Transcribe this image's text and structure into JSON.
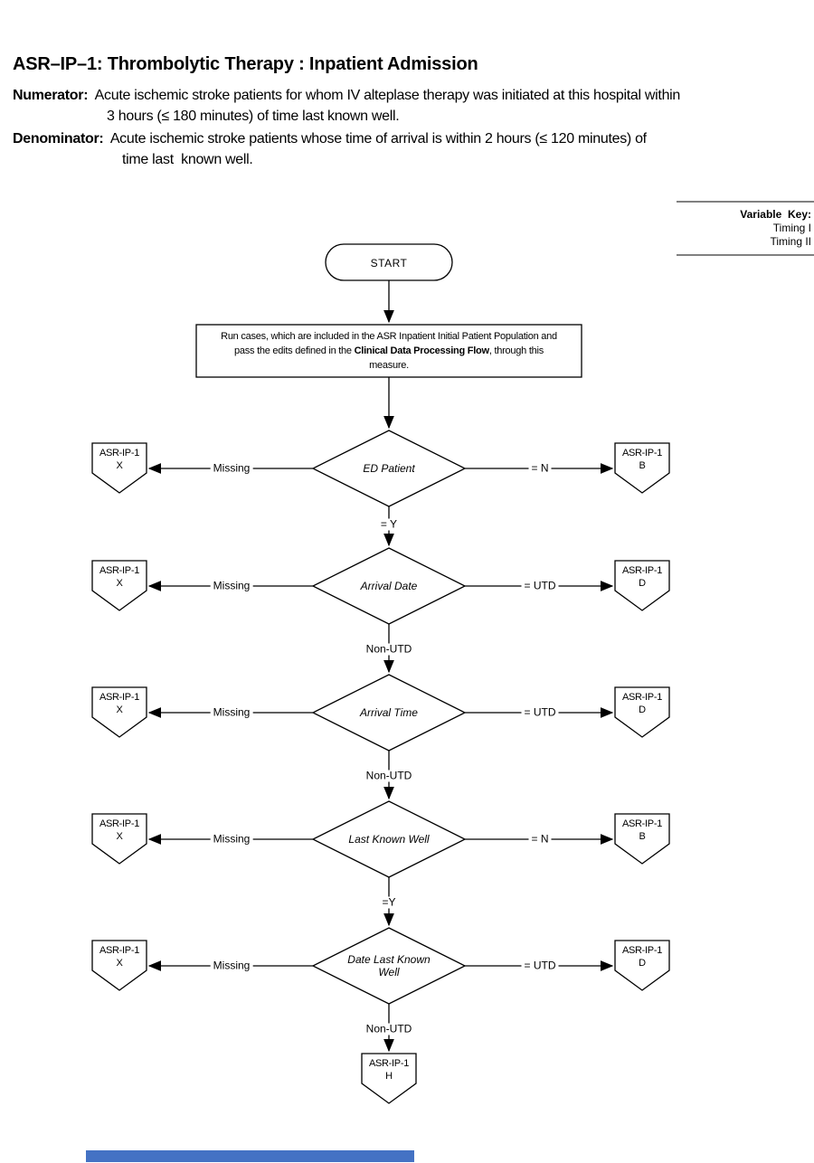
{
  "header": {
    "title": "ASR–IP–1:  Thrombolytic Therapy : Inpatient Admission",
    "numerator_label": "Numerator:",
    "numerator_text": "  Acute ischemic stroke patients for whom IV alteplase therapy was initiated at this hospital within",
    "numerator_cont": "3 hours (≤ 180 minutes) of time last known well.",
    "denominator_label": "Denominator:",
    "denominator_text": "  Acute ischemic stroke patients whose time of arrival is within 2 hours (≤ 120 minutes) of",
    "denominator_cont": "time last  known well."
  },
  "variable_key": {
    "title": "Variable  Key:",
    "items": [
      "Timing I",
      "Timing II"
    ]
  },
  "flowchart": {
    "start": "START",
    "process": {
      "line1": "Run cases, which are included in the ASR Inpatient Initial Patient Population and",
      "line2_pre": "pass the edits defined in the ",
      "line2_bold": "Clinical Data Processing Flow",
      "line2_post": ", through this",
      "line3": "measure."
    },
    "rows": [
      {
        "cond1": "ED Patient",
        "cond2": "",
        "left": "Missing",
        "right": "= N",
        "down": "= Y",
        "left_ref": "ASR-IP-1",
        "left_id": "X",
        "right_ref": "ASR-IP-1",
        "right_id": "B"
      },
      {
        "cond1": "Arrival Date",
        "cond2": "",
        "left": "Missing",
        "right": "= UTD",
        "down": "Non-UTD",
        "left_ref": "ASR-IP-1",
        "left_id": "X",
        "right_ref": "ASR-IP-1",
        "right_id": "D"
      },
      {
        "cond1": "Arrival Time",
        "cond2": "",
        "left": "Missing",
        "right": "= UTD",
        "down": "Non-UTD",
        "left_ref": "ASR-IP-1",
        "left_id": "X",
        "right_ref": "ASR-IP-1",
        "right_id": "D"
      },
      {
        "cond1": "Last Known Well",
        "cond2": "",
        "left": "Missing",
        "right": "= N",
        "down": "=Y",
        "left_ref": "ASR-IP-1",
        "left_id": "X",
        "right_ref": "ASR-IP-1",
        "right_id": "B"
      },
      {
        "cond1": "Date Last Known",
        "cond2": "Well",
        "left": "Missing",
        "right": "= UTD",
        "down": "Non-UTD",
        "left_ref": "ASR-IP-1",
        "left_id": "X",
        "right_ref": "ASR-IP-1",
        "right_id": "D"
      }
    ],
    "end": {
      "ref": "ASR-IP-1",
      "id": "H"
    }
  },
  "colors": {
    "line": "#000000",
    "key_rule": "#808080",
    "accent_bar": "#4472c4"
  }
}
